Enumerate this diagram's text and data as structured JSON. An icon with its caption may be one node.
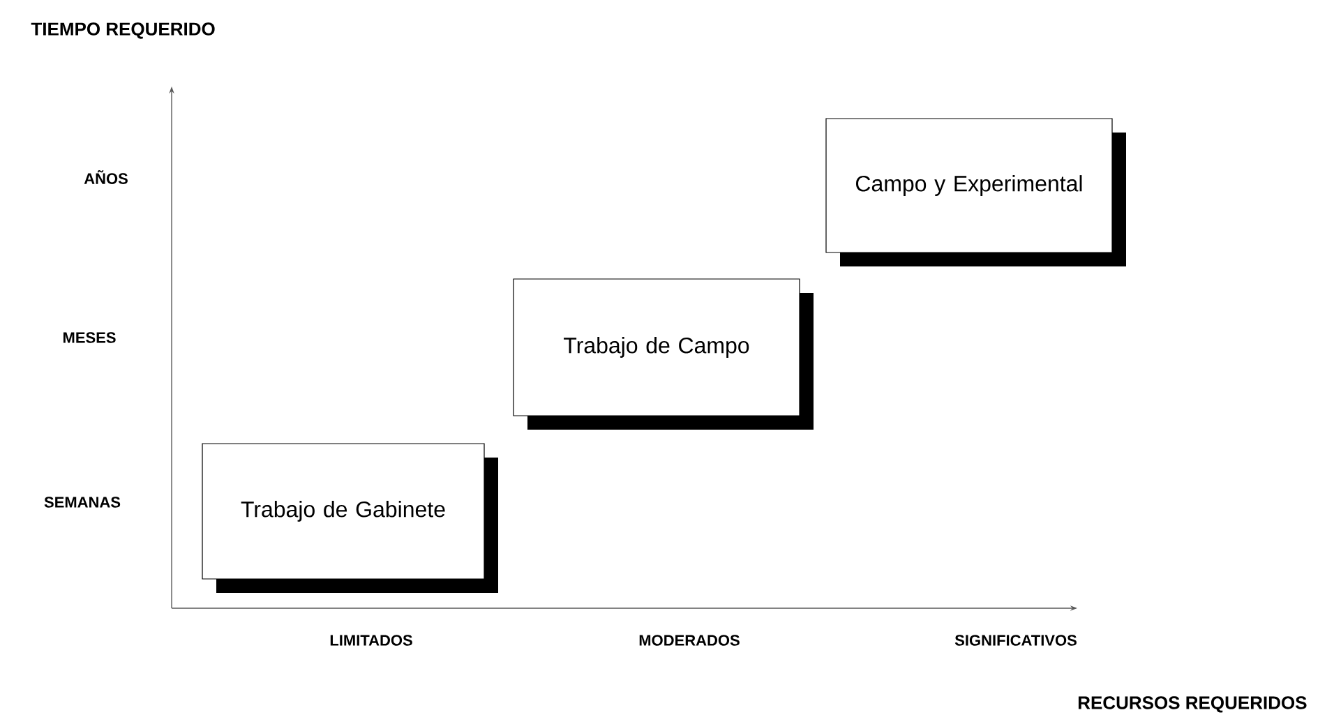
{
  "diagram": {
    "nodes": [
      {
        "text": [
          "Trabajo de Gabinete"
        ]
      },
      {
        "text": [
          "Trabajo de Campo"
        ]
      },
      {
        "text": [
          "Campo y Experimental"
        ]
      }
    ],
    "labels": [
      "TIEMPO REQUERIDO",
      "AÑOS",
      "MESES",
      "SEMANAS",
      "LIMITADOS",
      "MODERADOS",
      "SIGNIFICATIVOS",
      "RECURSOS REQUERIDOS"
    ]
  }
}
